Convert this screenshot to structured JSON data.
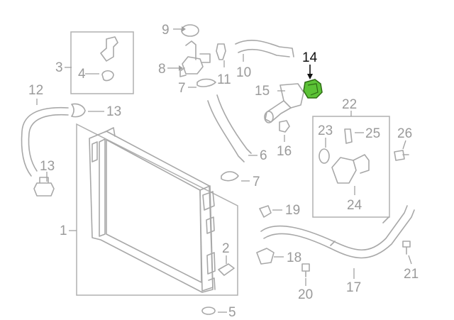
{
  "highlight_color": "#5bc236",
  "highlighted_part": "14",
  "callouts": {
    "c1": "1",
    "c2": "2",
    "c3": "3",
    "c4": "4",
    "c5": "5",
    "c6": "6",
    "c7a": "7",
    "c7b": "7",
    "c8": "8",
    "c9": "9",
    "c10": "10",
    "c11": "11",
    "c12": "12",
    "c13a": "13",
    "c13b": "13",
    "c14": "14",
    "c15": "15",
    "c16": "16",
    "c17": "17",
    "c18": "18",
    "c19": "19",
    "c20": "20",
    "c21": "21",
    "c22": "22",
    "c23": "23",
    "c24": "24",
    "c25": "25",
    "c26": "26"
  }
}
